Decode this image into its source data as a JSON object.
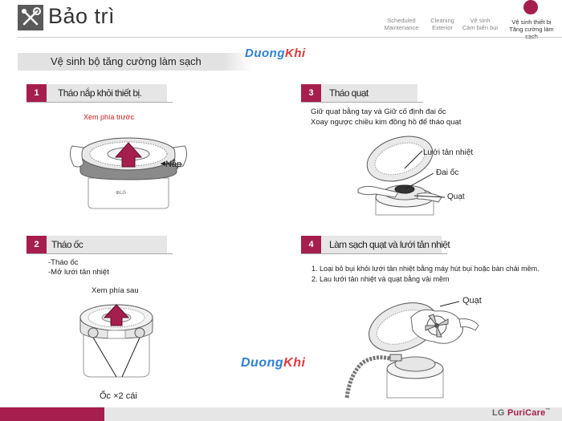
{
  "header": {
    "title": "Bảo trì",
    "nav": [
      {
        "line1": "Scheduled",
        "line2": "Maintenance"
      },
      {
        "line1": "Cleaning",
        "line2": "Exterior"
      },
      {
        "line1": "Vệ sinh",
        "line2": "Cảm biến bụi"
      },
      {
        "line1": "Vệ sinh thiết bị",
        "line2": "Tăng cường làm sạch"
      }
    ]
  },
  "section": {
    "title": "Vệ sinh bộ tăng cường làm sạch",
    "watermark_a": "Duong",
    "watermark_b": "Khi"
  },
  "steps": [
    {
      "num": "1",
      "title": "Tháo nắp khỏi thiết bị.",
      "view_label": "Xem phía trước",
      "callout": "Nắp",
      "device_logo": "⊕LG"
    },
    {
      "num": "2",
      "title": "Tháo ốc",
      "lines": [
        "-Tháo ốc",
        "-Mở lưới tản nhiệt"
      ],
      "view_label": "Xem phía sau",
      "callout": "Ốc ×2 cái"
    },
    {
      "num": "3",
      "title": "Tháo quạt",
      "lines": [
        "Giữ quạt bằng tay và Giữ cố định đai ốc",
        "Xoay ngược chiều kim đồng hồ để tháo quạt"
      ],
      "callouts": [
        "Lưới tản nhiệt",
        "Đai ốc",
        "Quạt"
      ]
    },
    {
      "num": "4",
      "title": "Làm sạch quạt và lưới tản nhiệt",
      "lines": [
        "1. Loại bỏ bụi khỏi lưới tản nhiệt bằng máy hút bụi hoặc bàn chải mềm.",
        "2. Lau lưới tản nhiệt và quạt bằng vải mềm"
      ],
      "callout": "Quạt"
    }
  ],
  "footer": {
    "brand_a": "LG ",
    "brand_b": "PuriCare",
    "brand_c": "™"
  },
  "colors": {
    "accent": "#a61e4d",
    "watermark_blue": "#2e7fd4",
    "watermark_red": "#e03a3a"
  }
}
